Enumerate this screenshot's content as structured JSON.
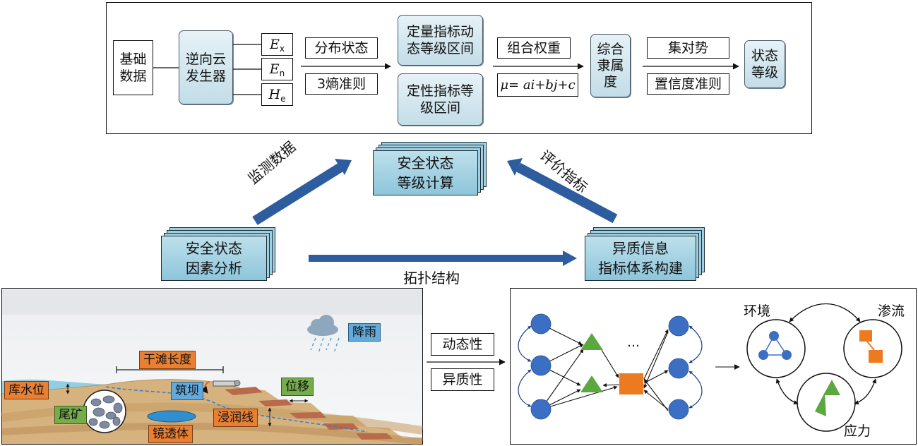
{
  "top_panel": {
    "basic_data": "基础\n数据",
    "reverse_cloud": "逆向云\n发生器",
    "ex": {
      "main": "E",
      "sub": "x"
    },
    "en": {
      "main": "E",
      "sub": "n"
    },
    "he": {
      "main": "H",
      "sub": "e"
    },
    "distribution_state": "分布状态",
    "entropy_rule": "3熵准则",
    "quantitative_interval": "定量指标动\n态等级区间",
    "qualitative_interval": "定性指标等\n级区间",
    "combined_weight": "组合权重",
    "mu_formula": "μ= ai+bj+c",
    "comprehensive_membership": "综合\n隶属\n度",
    "set_pair_potential": "集对势",
    "confidence_rule": "置信度准则",
    "state_level": "状态\n等级"
  },
  "middle": {
    "safety_calc": "安全状态\n等级计算",
    "monitoring_data": "监测数据",
    "evaluation_index": "评价指标",
    "factor_analysis": "安全状态\n因素分析",
    "index_system": "异质信息\n指标体系构建",
    "topology": "拓扑结构"
  },
  "tailings_panel": {
    "rain": "降雨",
    "beach_length": "干滩长度",
    "reservoir_level": "库水位",
    "dam": "筑坝",
    "displacement": "位移",
    "tailings": "尾矿",
    "phreatic_line": "浸润线",
    "lens": "镜透体"
  },
  "bridge": {
    "dynamic": "动态性",
    "heterogeneous": "异质性"
  },
  "network_panel": {
    "ellipsis": "…",
    "environment": "环境",
    "seepage": "渗流",
    "stress": "应力"
  },
  "colors": {
    "arrow_blue": "#2e5d9f",
    "node_blue": "#3b6fc4",
    "node_green": "#5aa83e",
    "node_orange": "#ee7a1f",
    "cyan_box": "#c3dde8",
    "stack_blue": "#8ec5da",
    "sand": "#d6b27f",
    "water": "#8fcfe6"
  }
}
